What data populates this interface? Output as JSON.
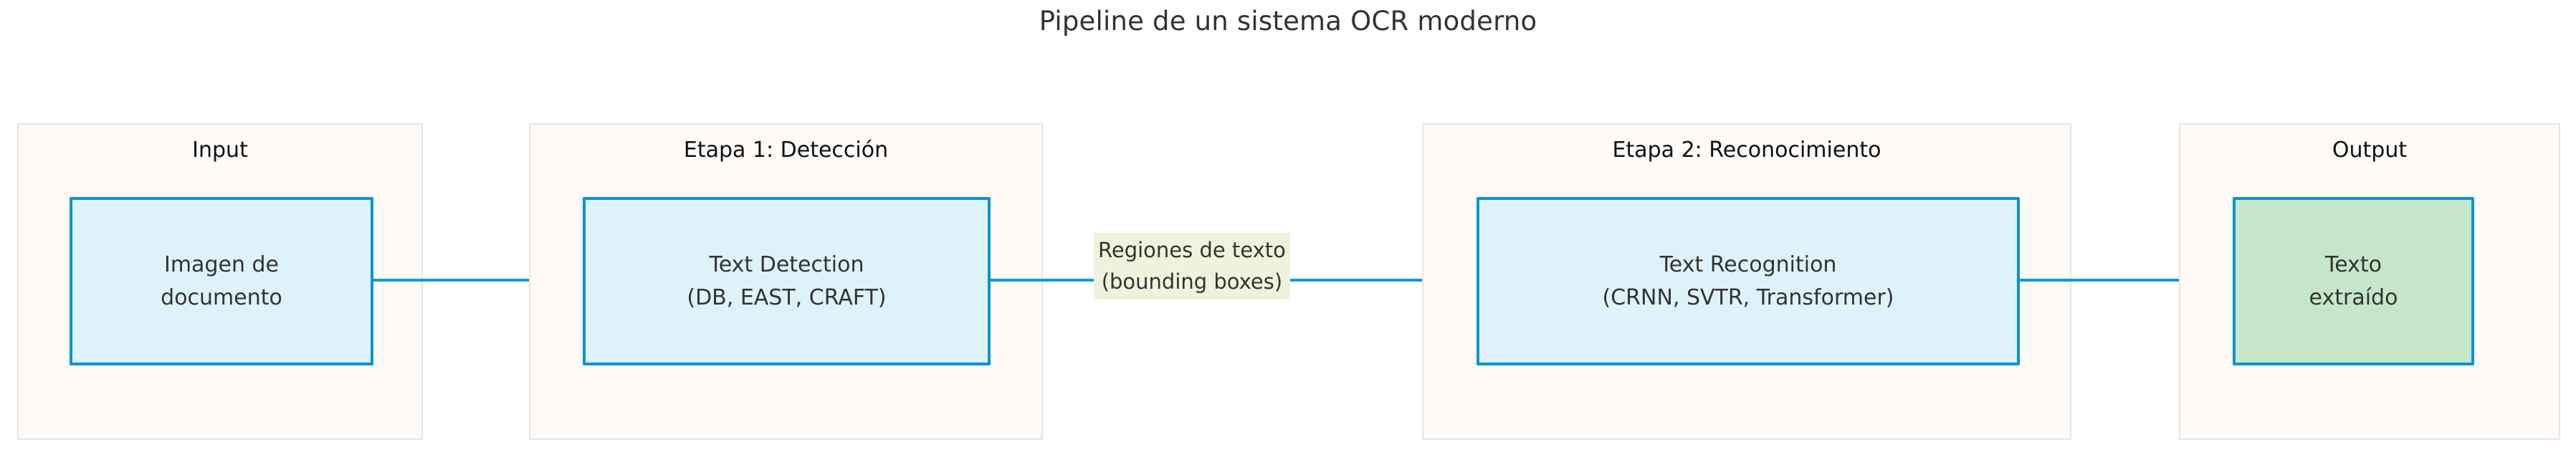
{
  "title": "Pipeline de un sistema OCR moderno",
  "colors": {
    "cluster_fill": "#fdfaf8",
    "cluster_border": "#ece2e0",
    "node_blue_fill": "#def2fb",
    "node_green_fill": "#c6e6c9",
    "node_border": "#0b93d5",
    "edge": "#0f9bd7",
    "edge_label_bg": "#eef3dd",
    "text": "#333333",
    "background": "#ffffff"
  },
  "clusters": [
    {
      "id": "input",
      "title": "Input",
      "node": {
        "id": "imagen-de-documento",
        "style": "blue",
        "lines": [
          "Imagen de",
          "documento"
        ]
      }
    },
    {
      "id": "etapa-1",
      "title": "Etapa 1: Detección",
      "node": {
        "id": "text-detection",
        "style": "blue",
        "lines": [
          "Text Detection",
          "(DB, EAST, CRAFT)"
        ]
      }
    },
    {
      "id": "etapa-2",
      "title": "Etapa 2: Reconocimiento",
      "node": {
        "id": "text-recognition",
        "style": "blue",
        "lines": [
          "Text Recognition",
          "(CRNN, SVTR, Transformer)"
        ]
      }
    },
    {
      "id": "output",
      "title": "Output",
      "node": {
        "id": "texto-extraido",
        "style": "green",
        "lines": [
          "Texto",
          "extraído"
        ]
      }
    }
  ],
  "edges": [
    {
      "id": "edge-input-to-detection",
      "label": ""
    },
    {
      "id": "edge-detection-to-recognition",
      "label_lines": [
        "Regiones de texto",
        "(bounding boxes)"
      ]
    },
    {
      "id": "edge-recognition-to-output",
      "label": ""
    }
  ]
}
